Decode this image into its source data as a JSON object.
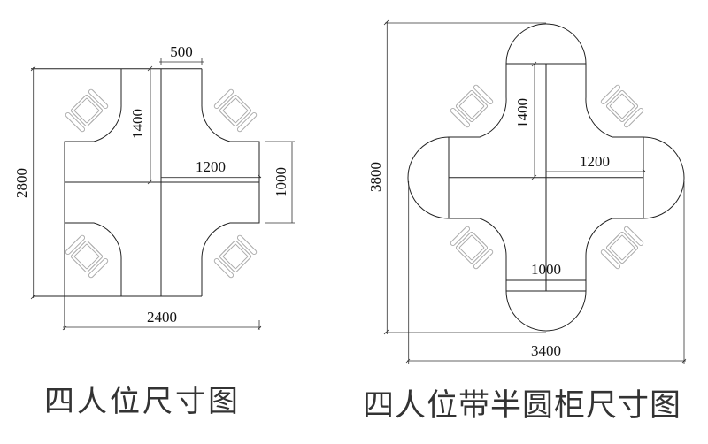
{
  "left_diagram": {
    "title": "四人位尺寸图",
    "dims": {
      "overall_height": "2800",
      "overall_width": "2400",
      "arm_width": "500",
      "arm_length": "1400",
      "desk_width": "1200",
      "desk_depth": "1000"
    }
  },
  "right_diagram": {
    "title": "四人位带半圆柜尺寸图",
    "dims": {
      "overall_height": "3800",
      "overall_width": "3400",
      "arm_length": "1400",
      "desk_width": "1200",
      "desk_depth": "1000"
    }
  },
  "colors": {
    "line": "#222222",
    "chair": "#aaaaaa"
  }
}
